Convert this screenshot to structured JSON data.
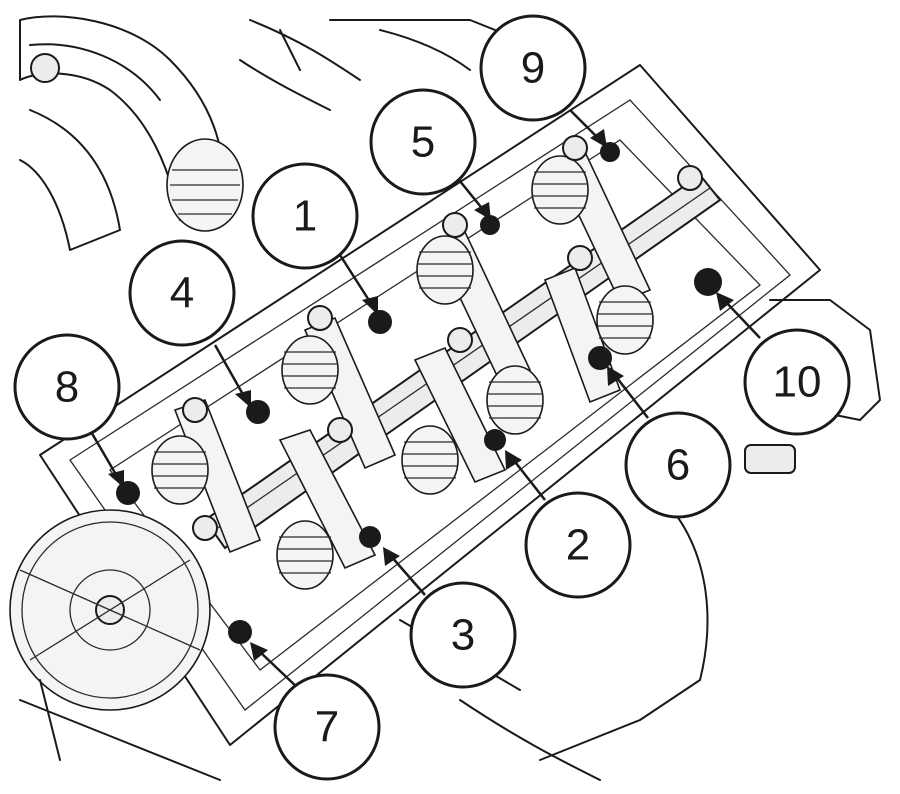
{
  "callouts": [
    {
      "label": "1"
    },
    {
      "label": "2"
    },
    {
      "label": "3"
    },
    {
      "label": "4"
    },
    {
      "label": "5"
    },
    {
      "label": "6"
    },
    {
      "label": "7"
    },
    {
      "label": "8"
    },
    {
      "label": "9"
    },
    {
      "label": "10"
    }
  ],
  "colors": {
    "line": "#1a1a1a",
    "background": "#ffffff"
  }
}
